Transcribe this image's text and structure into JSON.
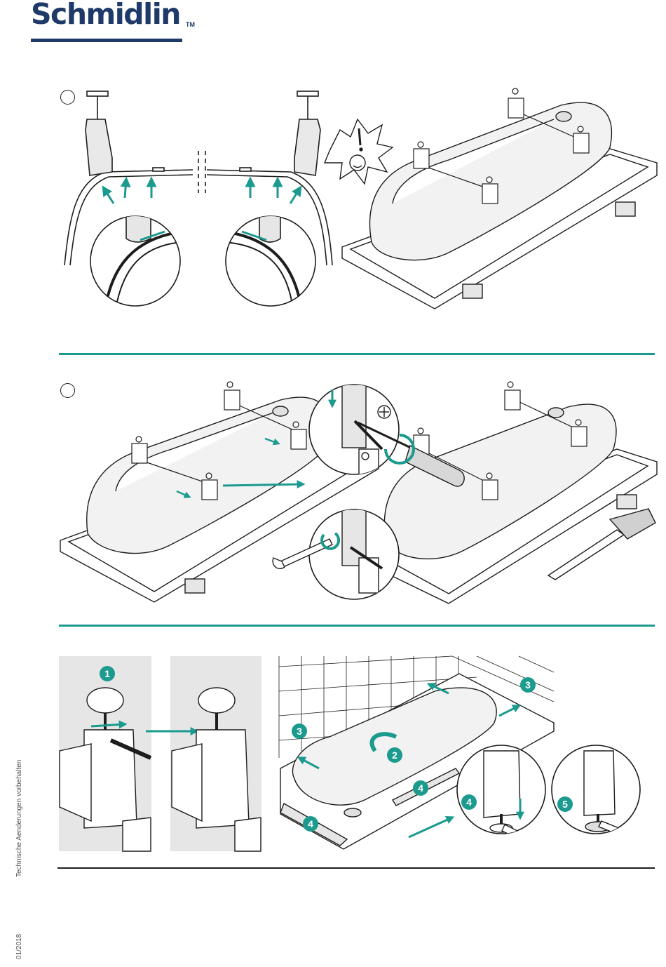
{
  "header": {
    "brand": "Schmidlin",
    "trademark": "TM"
  },
  "sidebar": {
    "note": "Technische Aenderungen vorbehalten",
    "date": "01/2018"
  },
  "colors": {
    "brand": "#1f3a68",
    "accent": "#1b9a8e",
    "line": "#1d1d1b",
    "panel": "#e6e6e6"
  },
  "steps": [
    {
      "id": "step-1",
      "label": ""
    },
    {
      "id": "step-2",
      "label": ""
    },
    {
      "id": "step-3",
      "label": ""
    }
  ],
  "step3_badges": [
    "1",
    "2",
    "3",
    "3",
    "4",
    "4",
    "4",
    "5"
  ],
  "icons": [
    "warning-face-icon",
    "phillips-screwdriver-icon",
    "wrench-icon",
    "pipe-wrench-icon"
  ]
}
